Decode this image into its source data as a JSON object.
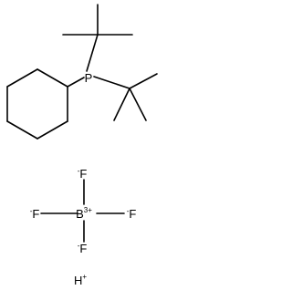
{
  "diagram": {
    "atoms": {
      "phosphorus": "P",
      "boron": "B",
      "boron_charge": "3+",
      "fluorine_top": "F",
      "fluorine_left": "F",
      "fluorine_right": "F",
      "fluorine_bottom": "F",
      "fluorine_charge": "-",
      "hydrogen": "H",
      "hydrogen_charge": "+"
    },
    "colors": {
      "bond": "#000000",
      "label": "#000000",
      "background": "#ffffff"
    }
  }
}
